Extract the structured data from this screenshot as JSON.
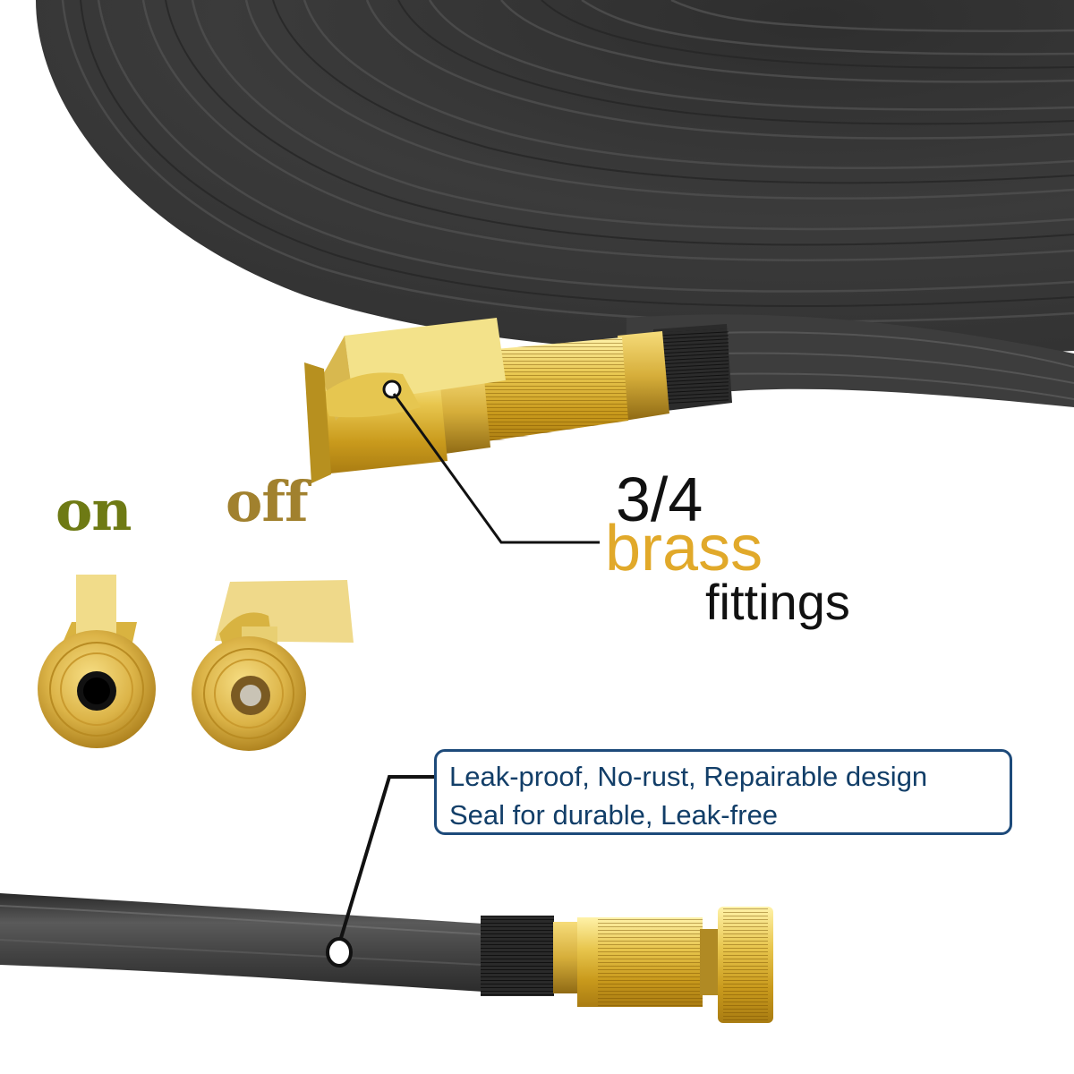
{
  "product": {
    "subject": "Expandable garden hose with brass fittings",
    "colors": {
      "hose": "#3a3a3a",
      "brass": "#e2c25a",
      "on_label": "#6e7a14",
      "off_label": "#a1812e",
      "brass_text": "#e1a92a",
      "callout_border": "#1d4a7a",
      "callout_text": "#123e68"
    }
  },
  "valve_states": {
    "on_label": "on",
    "off_label": "off"
  },
  "fitting_callout": {
    "size": "3/4",
    "material": "brass",
    "type": "fittings"
  },
  "feature_callout": {
    "lines": [
      "Leak-proof, No-rust, Repairable design",
      "Seal for durable, Leak-free"
    ]
  }
}
